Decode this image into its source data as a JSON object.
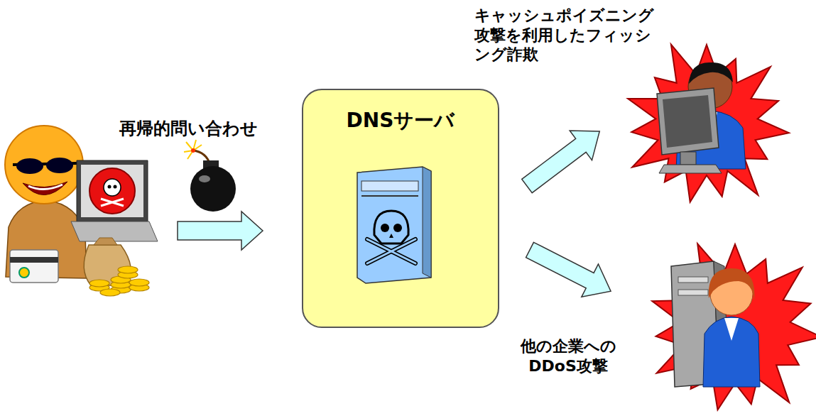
{
  "diagram": {
    "nodes": [
      {
        "text": [
          "DNSサーバ"
        ]
      }
    ],
    "labels": [
      "再帰的問い合わせ",
      "キャッシュポイズニング 攻撃を利用したフィッシ ング詐欺",
      "他の企業への DDoS攻撃"
    ]
  }
}
